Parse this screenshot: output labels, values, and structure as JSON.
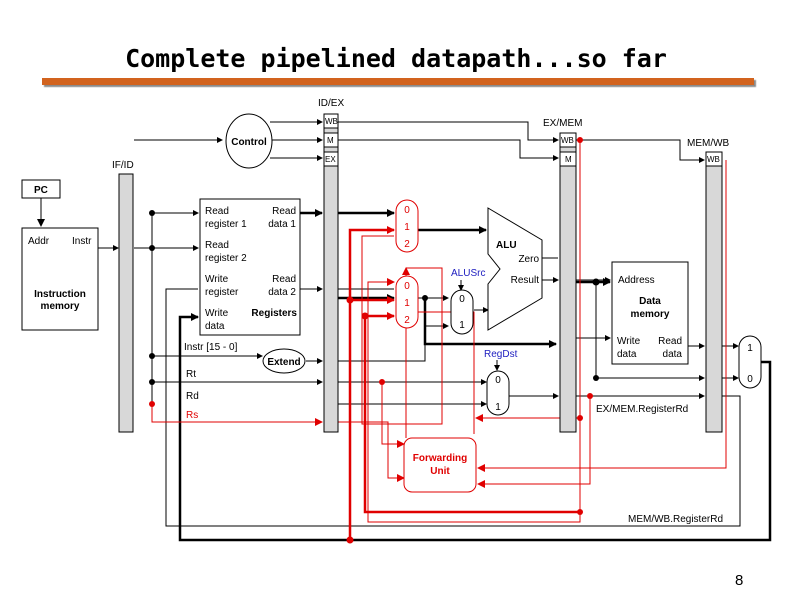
{
  "title": "Complete pipelined datapath...so far",
  "page_number": "8",
  "colors": {
    "accent_rule": "#d2631e",
    "forwarding": "#e00000",
    "control_signal": "#2020c0",
    "register_fill": "#d8d8d8"
  },
  "pipeline_registers": {
    "if_id": "IF/ID",
    "id_ex": "ID/EX",
    "ex_mem": "EX/MEM",
    "mem_wb": "MEM/WB",
    "wb": "WB",
    "m": "M",
    "ex": "EX"
  },
  "pc": "PC",
  "instruction_memory": {
    "addr": "Addr",
    "instr": "Instr",
    "label_1": "Instruction",
    "label_2": "memory"
  },
  "control": "Control",
  "registers": {
    "read_register_1": [
      "Read",
      "register 1"
    ],
    "read_register_2": [
      "Read",
      "register 2"
    ],
    "write_register": [
      "Write",
      "register"
    ],
    "write_data": [
      "Write",
      "data"
    ],
    "read_data_1": [
      "Read",
      "data 1"
    ],
    "read_data_2": [
      "Read",
      "data 2"
    ],
    "name": "Registers"
  },
  "instr_field": "Instr [15 - 0]",
  "extend": "Extend",
  "fields": {
    "rt": "Rt",
    "rd": "Rd",
    "rs": "Rs"
  },
  "forward_mux_a": [
    "0",
    "1",
    "2"
  ],
  "forward_mux_b": [
    "0",
    "1",
    "2"
  ],
  "alusrc": {
    "signal": "ALUSrc",
    "inputs": [
      "0",
      "1"
    ]
  },
  "alu": {
    "name": "ALU",
    "zero": "Zero",
    "result": "Result"
  },
  "regdst": {
    "signal": "RegDst",
    "inputs": [
      "0",
      "1"
    ]
  },
  "data_memory": {
    "address": "Address",
    "label_1": "Data",
    "label_2": "memory",
    "write_data": [
      "Write",
      "data"
    ],
    "read_data": [
      "Read",
      "data"
    ]
  },
  "wb_mux": [
    "1",
    "0"
  ],
  "forwarding_unit": [
    "Forwarding",
    "Unit"
  ],
  "ex_mem_registerrd": "EX/MEM.RegisterRd",
  "mem_wb_registerrd": "MEM/WB.RegisterRd"
}
